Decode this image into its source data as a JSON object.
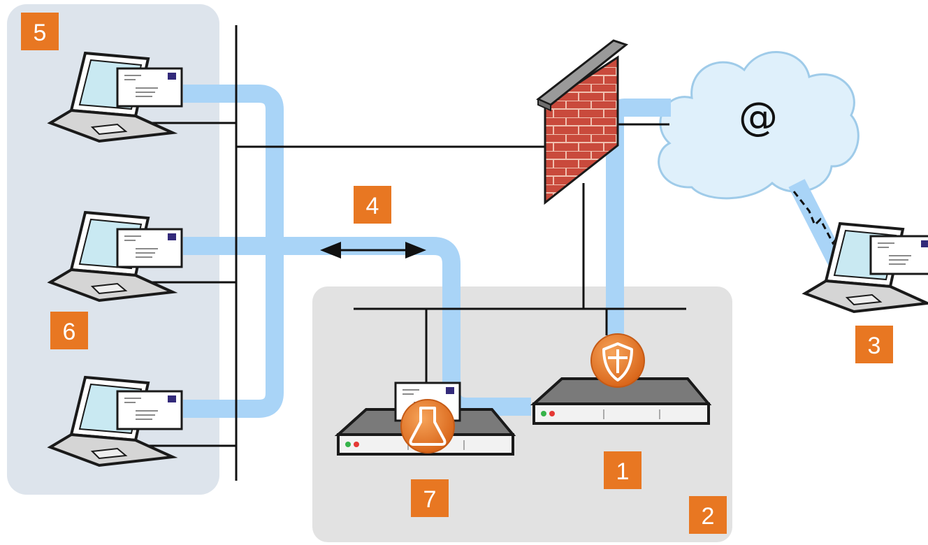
{
  "badges": {
    "b1": "1",
    "b2": "2",
    "b3": "3",
    "b4": "4",
    "b5": "5",
    "b6": "6",
    "b7": "7"
  },
  "internet_symbol": "@",
  "colors": {
    "badge": "#e87722",
    "flow": "#a9d4f7",
    "zone_left": "#dde4ec",
    "zone_bottom": "#e2e2e2",
    "cloud": "#dff0fb",
    "brick": "#c94a3c"
  },
  "icons": {
    "laptop": "laptop-icon",
    "envelope": "envelope-icon",
    "firewall": "firewall-icon",
    "cloud": "cloud-icon",
    "server": "server-icon",
    "shield": "shield-icon",
    "flask": "flask-icon"
  }
}
